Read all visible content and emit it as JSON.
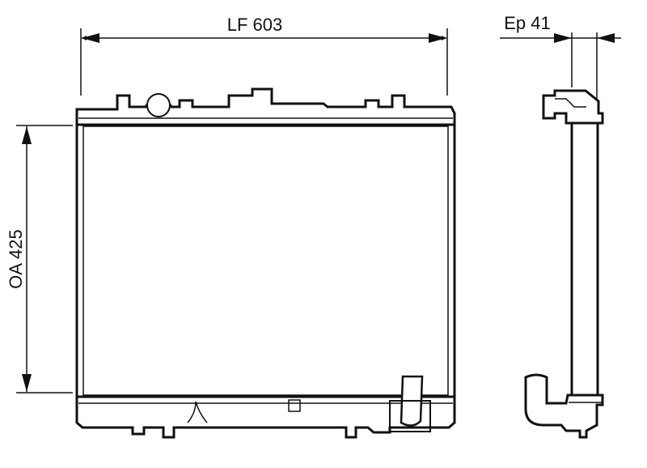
{
  "dimensions": {
    "width_label": "LF 603",
    "height_label": "OA 425",
    "thickness_label": "Ep 41"
  },
  "colors": {
    "line": "#111111",
    "background": "#ffffff"
  }
}
